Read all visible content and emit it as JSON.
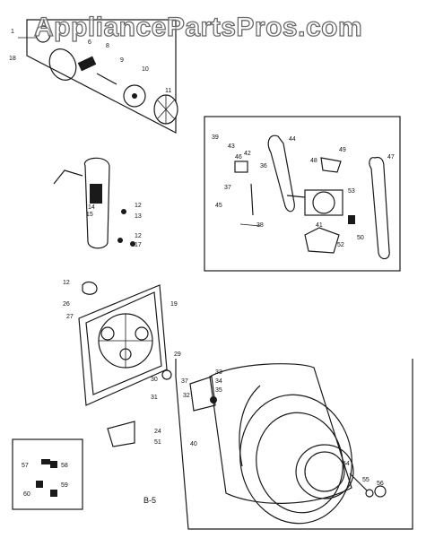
{
  "watermark": "AppliancePartsPros.com",
  "figure_label": "B-5",
  "parts": {
    "p1": "1",
    "p18": "18",
    "p6": "6",
    "p8": "8",
    "p9": "9",
    "p10": "10",
    "p11": "11",
    "p14": "14",
    "p15": "15",
    "p12a": "12",
    "p13": "13",
    "p12b": "12",
    "p17": "17",
    "p12c": "12",
    "p26": "26",
    "p27": "27",
    "p19": "19",
    "p30": "30",
    "p31": "31",
    "p24": "24",
    "p51": "51",
    "p29": "29",
    "p33": "33",
    "p34": "34",
    "p35": "35",
    "p37": "37",
    "p32": "32",
    "p40": "40",
    "p54": "54",
    "p55": "55",
    "p56": "56",
    "p39": "39",
    "p43": "43",
    "p42": "42",
    "p46": "46",
    "p44": "44",
    "p36": "36",
    "p37b": "37",
    "p38": "38",
    "p45": "45",
    "p47": "47",
    "p49": "49",
    "p48": "48",
    "p50": "50",
    "p53": "53",
    "p52": "52",
    "p41": "41",
    "p57": "57",
    "p58": "58",
    "p59": "59",
    "p60": "60"
  }
}
